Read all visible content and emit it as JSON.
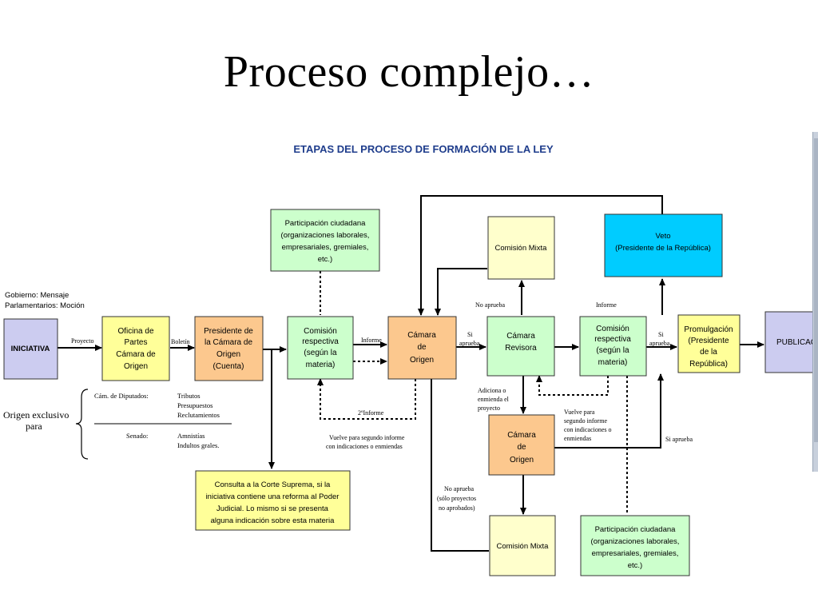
{
  "slide_title": "Proceso complejo…",
  "diagram_title": "ETAPAS DEL PROCESO DE FORMACIÓN DE LA LEY",
  "colors": {
    "blue_box": "#ccccf0",
    "yellow_box": "#ffff99",
    "orange_box": "#fcc88e",
    "green_box": "#ccffcc",
    "cyan_box": "#00ccff",
    "pale_yellow_box": "#ffffcc",
    "title_blue": "#1f3d8c"
  },
  "origin_labels": {
    "line1": "Gobierno: Mensaje",
    "line2": "Parlamentarios: Moción"
  },
  "boxes": {
    "iniciativa": [
      "INICIATIVA"
    ],
    "oficina": [
      "Oficina de",
      "Partes",
      "Cámara de",
      "Origen"
    ],
    "presidente": [
      "Presidente de",
      "la Cámara de",
      "Origen",
      "(Cuenta)"
    ],
    "comision1": [
      "Comisión",
      "respectiva",
      "(según la",
      "materia)"
    ],
    "camara_origen": [
      "Cámara",
      "de",
      "Origen"
    ],
    "camara_revisora": [
      "Cámara",
      "Revisora"
    ],
    "comision2": [
      "Comisión",
      "respectiva",
      "(según la",
      "materia)"
    ],
    "promulgacion": [
      "Promulgación",
      "(Presidente",
      "de la",
      "República)"
    ],
    "publicacion": [
      "PUBLICAC"
    ],
    "participacion1": [
      "Participación ciudadana",
      "(organizaciones laborales,",
      "empresariales, gremiales,",
      "etc.)"
    ],
    "comision_mixta1": [
      "Comisión Mixta"
    ],
    "veto": [
      "Veto",
      "(Presidente de la República)"
    ],
    "camara_origen2": [
      "Cámara",
      "de",
      "Origen"
    ],
    "consulta": [
      "Consulta a la Corte Suprema, si la",
      "iniciativa contiene una reforma al Poder",
      "Judicial. Lo mismo si se presenta",
      "alguna indicación sobre esta materia"
    ],
    "comision_mixta2": [
      "Comisión Mixta"
    ],
    "participacion2": [
      "Participación ciudadana",
      "(organizaciones laborales,",
      "empresariales, gremiales,",
      "etc.)"
    ]
  },
  "labels": {
    "proyecto": "Proyecto",
    "boletin": "Boletín",
    "informe1": "Informe",
    "si_aprueba1": [
      "Si",
      "aprueba"
    ],
    "no_aprueba_top": "No aprueba",
    "informe_top": "Informe",
    "si_aprueba2": [
      "Si",
      "aprueba"
    ],
    "segundo_informe": "2ºInforme",
    "vuelve1": [
      "Vuelve para segundo informe",
      "con indicaciones o enmiendas"
    ],
    "adiciona": [
      "Adiciona o",
      "enmienda el",
      "proyecto"
    ],
    "vuelve2": [
      "Vuelve para",
      "segundo informe",
      "con indicaciones o",
      "enmiendas"
    ],
    "si_aprueba3": "Si aprueba",
    "no_aprueba_bottom": [
      "No aprueba",
      "(sólo proyectos",
      "no aprobados)"
    ]
  },
  "exclusive": {
    "label": [
      "Origen exclusivo",
      "para"
    ],
    "camara_diputados": "Cám. de Diputados:",
    "diputados_items": [
      "Tributos",
      "Presupuestos",
      "Reclutamientos"
    ],
    "senado": "Senado:",
    "senado_items": [
      "Amnistías",
      "Indultos grales."
    ]
  }
}
